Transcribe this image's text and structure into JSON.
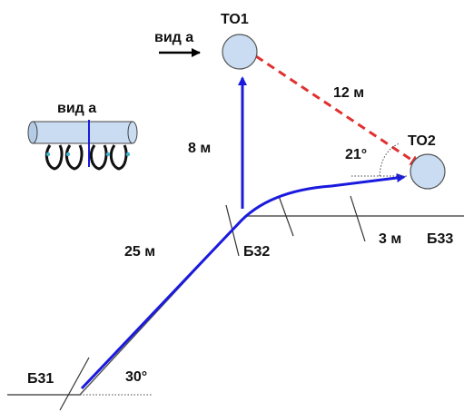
{
  "view": {
    "arrow_label": "вид а",
    "inset_label": "вид а"
  },
  "targets": {
    "to1": "ТО1",
    "to2": "ТО2"
  },
  "distances": {
    "vertical": "8 м",
    "diagonal": "12 м",
    "slope": "25 м",
    "flat": "3 м"
  },
  "angles": {
    "bottom": "30°",
    "right": "21°"
  },
  "belays": {
    "b31": "Б31",
    "b32": "Б32",
    "b33": "Б33"
  },
  "colors": {
    "route": "#1a1adf",
    "dashed": "#e03030",
    "target_fill": "#c9dcf2",
    "terrain": "#555555"
  }
}
